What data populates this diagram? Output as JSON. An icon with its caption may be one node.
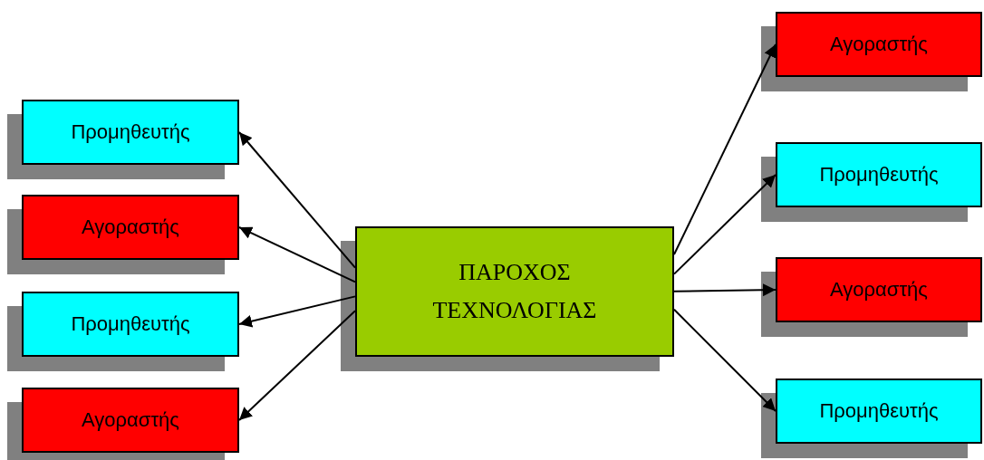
{
  "diagram": {
    "nodes": [
      {
        "text": [
          "ΠΑΡΟΧΟΣ ΤΕΧΝΟΛΟΓΙΑΣ"
        ]
      },
      {
        "text": [
          "Προμηθευτής"
        ]
      },
      {
        "text": [
          "Αγοραστής"
        ]
      },
      {
        "text": [
          "Προμηθευτής"
        ]
      },
      {
        "text": [
          "Αγοραστής"
        ]
      },
      {
        "text": [
          "Αγοραστής"
        ]
      },
      {
        "text": [
          "Προμηθευτής"
        ]
      },
      {
        "text": [
          "Αγοραστής"
        ]
      },
      {
        "text": [
          "Προμηθευτής"
        ]
      }
    ],
    "edges": [
      {
        "from": 0,
        "to": 1,
        "arrow": "to"
      },
      {
        "from": 0,
        "to": 2,
        "arrow": "to"
      },
      {
        "from": 0,
        "to": 3,
        "arrow": "to"
      },
      {
        "from": 0,
        "to": 4,
        "arrow": "to"
      },
      {
        "from": 0,
        "to": 5,
        "arrow": "to"
      },
      {
        "from": 0,
        "to": 6,
        "arrow": "to"
      },
      {
        "from": 0,
        "to": 7,
        "arrow": "to"
      },
      {
        "from": 0,
        "to": 8,
        "arrow": "to"
      }
    ]
  }
}
